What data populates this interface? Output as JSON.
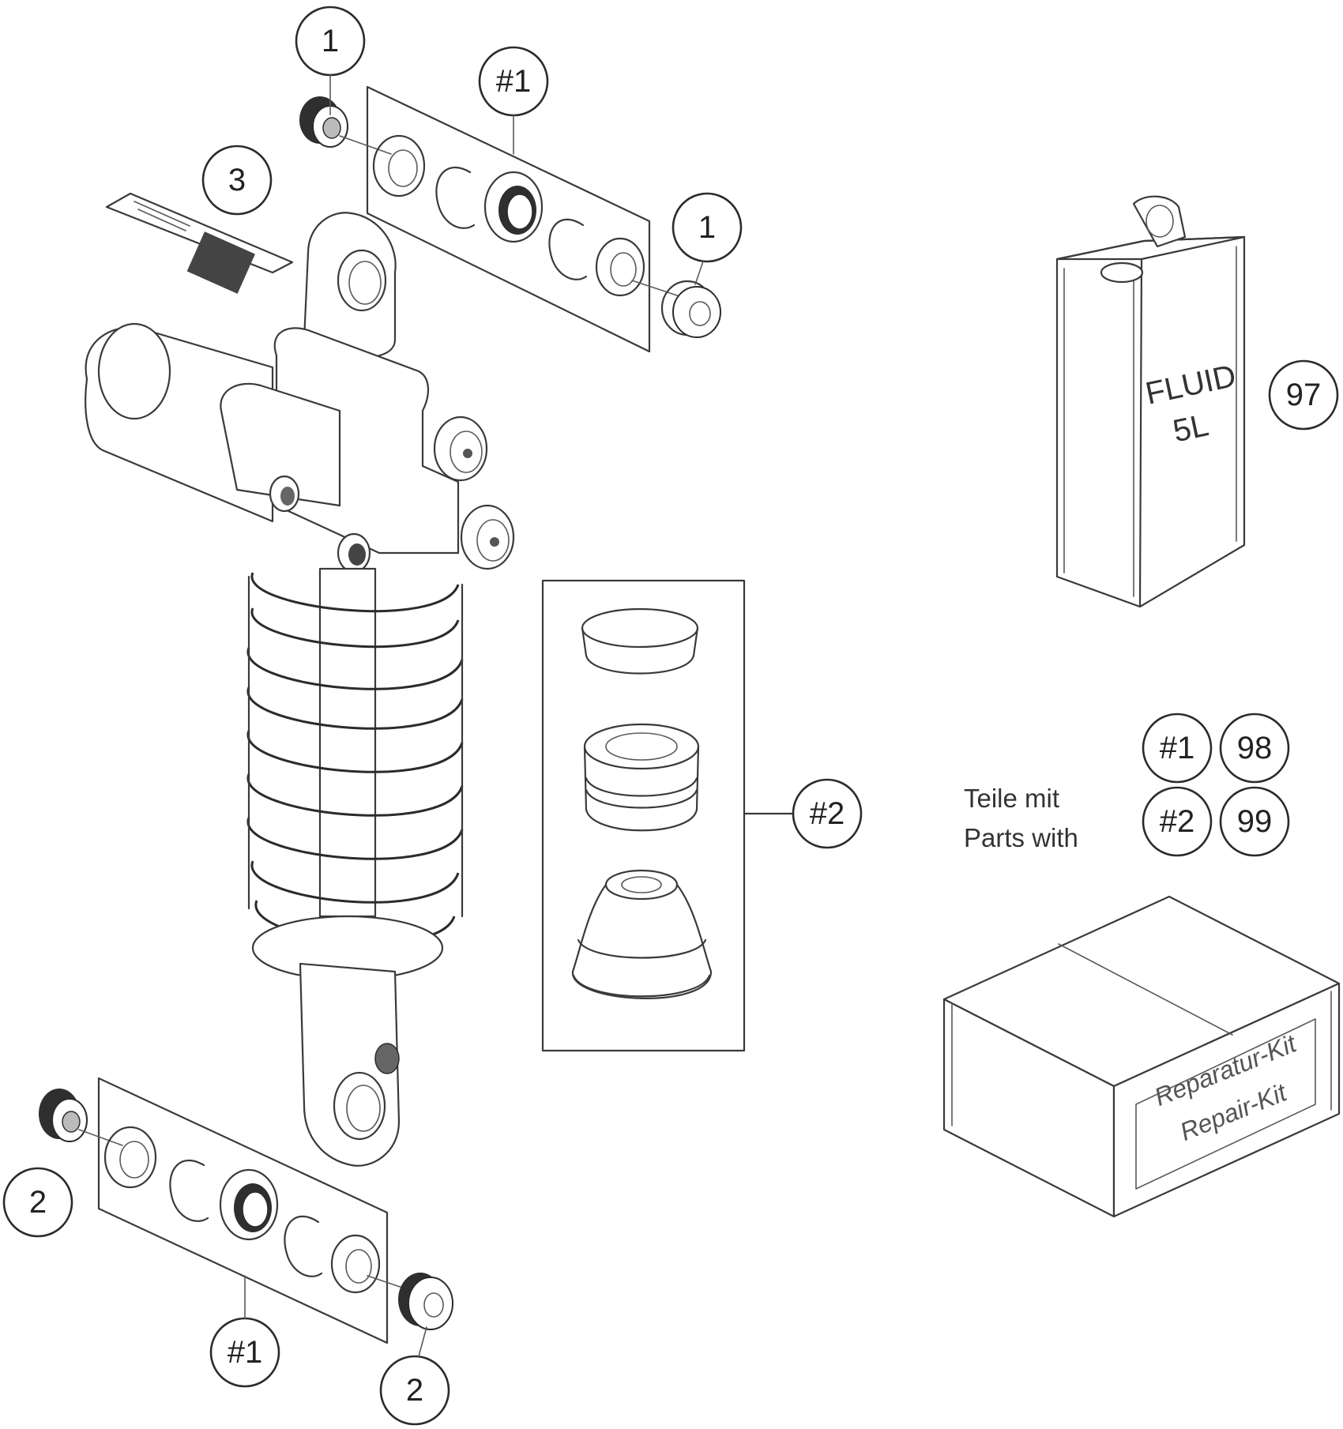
{
  "callouts": {
    "c1a": "1",
    "c1b": "1",
    "c2a": "2",
    "c2b": "2",
    "c3": "3",
    "kit1_top": "#1",
    "kit1_bottom": "#1",
    "kit2": "#2",
    "c97": "97"
  },
  "fluid_can": {
    "line1": "FLUID",
    "line2": "5L"
  },
  "legend": {
    "label_de": "Teile mit",
    "label_en": "Parts with",
    "rows": [
      {
        "kit": "#1",
        "number": "98"
      },
      {
        "kit": "#2",
        "number": "99"
      }
    ]
  },
  "repair_box": {
    "line1": "Reparatur-Kit",
    "line2": "Repair-Kit"
  }
}
